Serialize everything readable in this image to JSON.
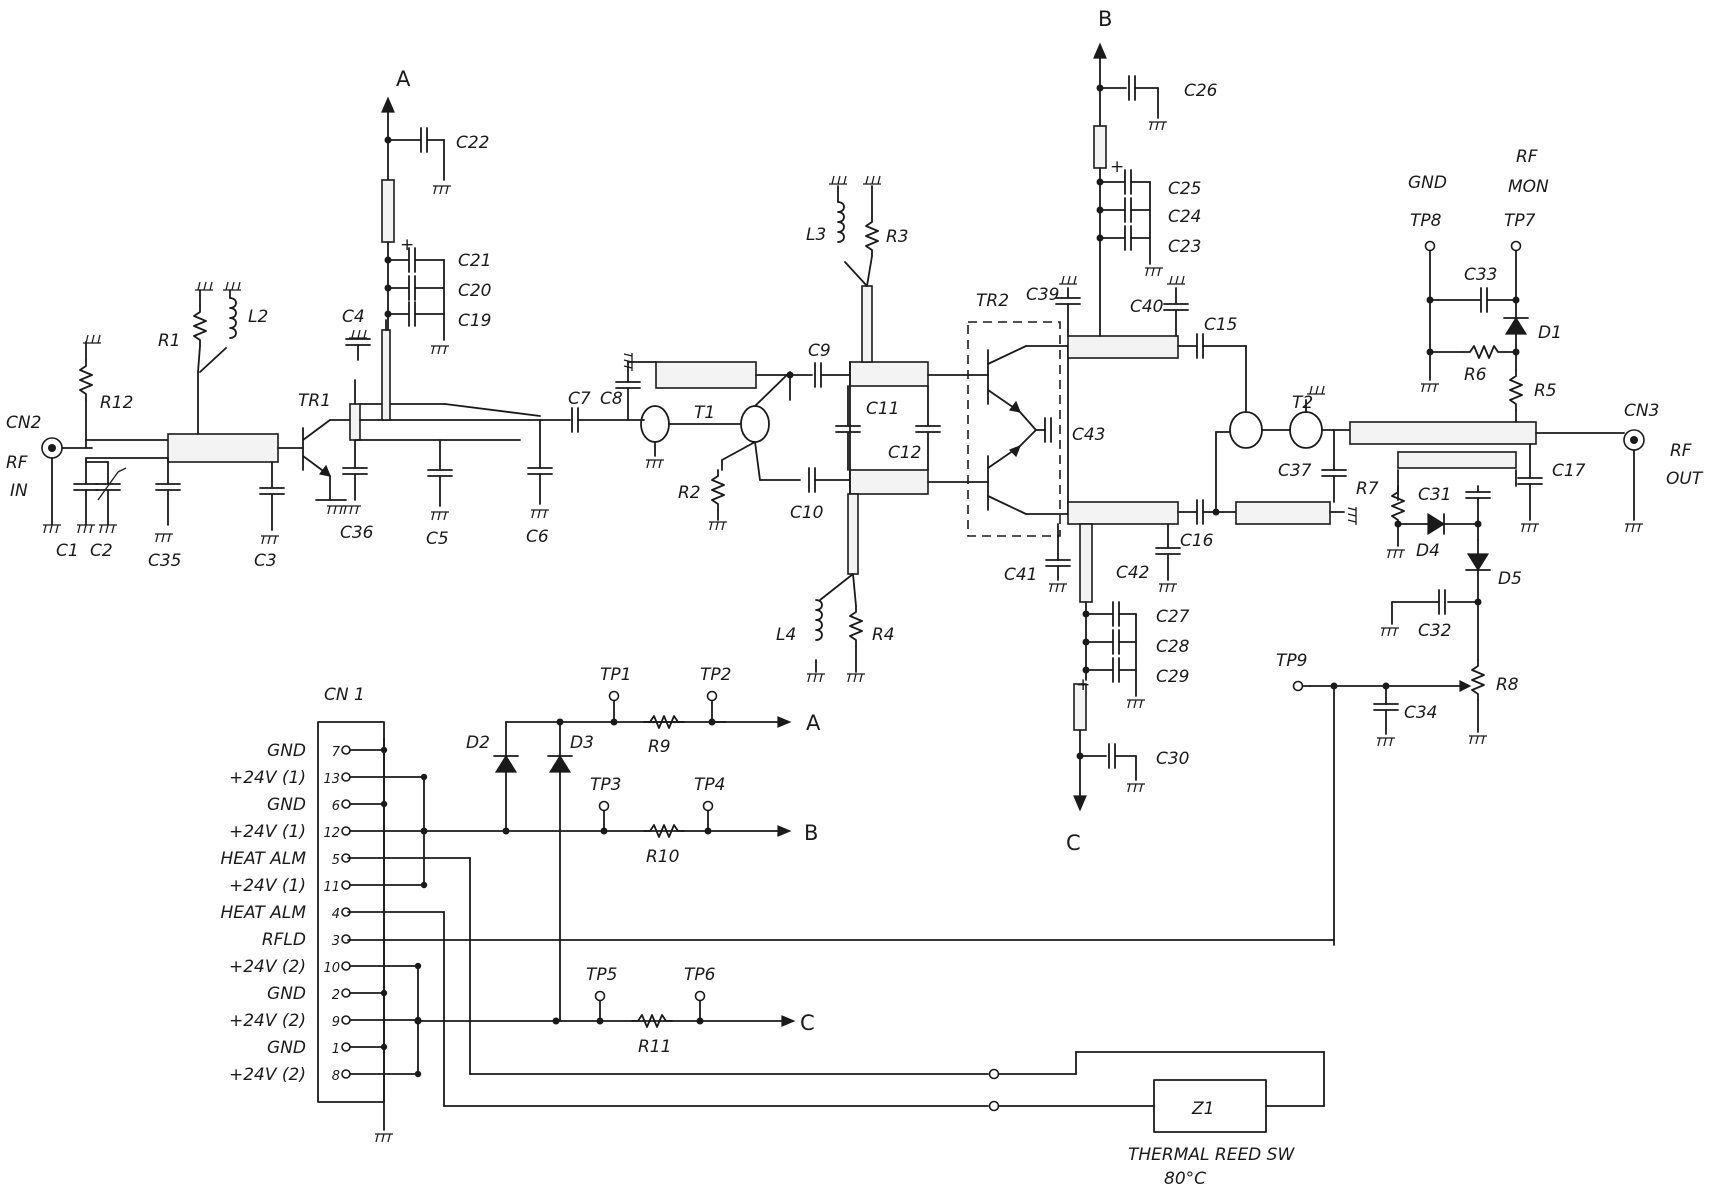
{
  "nodes": {
    "A": "A",
    "B": "B",
    "C": "C"
  },
  "ports": {
    "rf_in": [
      "RF",
      "IN"
    ],
    "rf_out": [
      "RF",
      "OUT"
    ],
    "cn2": "CN2",
    "cn3": "CN3",
    "gnd_top": "GND",
    "rf_mon": [
      "RF",
      "MON"
    ]
  },
  "transistors": {
    "tr1": "TR1",
    "tr2": "TR2",
    "t1": "T1",
    "t2": "T2"
  },
  "resistors": {
    "r1": "R1",
    "r2": "R2",
    "r3": "R3",
    "r4": "R4",
    "r5": "R5",
    "r6": "R6",
    "r7": "R7",
    "r8": "R8",
    "r9": "R9",
    "r10": "R10",
    "r11": "R11",
    "r12": "R12"
  },
  "inductors": {
    "l2": "L2",
    "l3": "L3",
    "l4": "L4"
  },
  "capacitors": {
    "c1": "C1",
    "c2": "C2",
    "c3": "C3",
    "c4": "C4",
    "c5": "C5",
    "c6": "C6",
    "c7": "C7",
    "c8": "C8",
    "c9": "C9",
    "c10": "C10",
    "c11": "C11",
    "c12": "C12",
    "c15": "C15",
    "c16": "C16",
    "c17": "C17",
    "c19": "C19",
    "c20": "C20",
    "c21": "C21",
    "c22": "C22",
    "c23": "C23",
    "c24": "C24",
    "c25": "C25",
    "c26": "C26",
    "c27": "C27",
    "c28": "C28",
    "c29": "C29",
    "c30": "C30",
    "c31": "C31",
    "c32": "C32",
    "c33": "C33",
    "c34": "C34",
    "c35": "C35",
    "c36": "C36",
    "c37": "C37",
    "c39": "C39",
    "c40": "C40",
    "c41": "C41",
    "c42": "C42",
    "c43": "C43"
  },
  "diodes": {
    "d1": "D1",
    "d2": "D2",
    "d3": "D3",
    "d4": "D4",
    "d5": "D5"
  },
  "test_points": {
    "tp1": "TP1",
    "tp2": "TP2",
    "tp3": "TP3",
    "tp4": "TP4",
    "tp5": "TP5",
    "tp6": "TP6",
    "tp7": "TP7",
    "tp8": "TP8",
    "tp9": "TP9"
  },
  "connector": {
    "name": "CN 1",
    "pins": [
      {
        "num": "7",
        "label": "GND"
      },
      {
        "num": "13",
        "label": "+24V (1)"
      },
      {
        "num": "6",
        "label": "GND"
      },
      {
        "num": "12",
        "label": "+24V (1)"
      },
      {
        "num": "5",
        "label": "HEAT ALM"
      },
      {
        "num": "11",
        "label": "+24V (1)"
      },
      {
        "num": "4",
        "label": "HEAT ALM"
      },
      {
        "num": "3",
        "label": "RFLD"
      },
      {
        "num": "10",
        "label": "+24V (2)"
      },
      {
        "num": "2",
        "label": "GND"
      },
      {
        "num": "9",
        "label": "+24V (2)"
      },
      {
        "num": "1",
        "label": "GND"
      },
      {
        "num": "8",
        "label": "+24V (2)"
      }
    ]
  },
  "thermal_switch": {
    "ref": "Z1",
    "caption": "THERMAL REED SW",
    "temp": "80°C"
  },
  "plus_sign": "+"
}
